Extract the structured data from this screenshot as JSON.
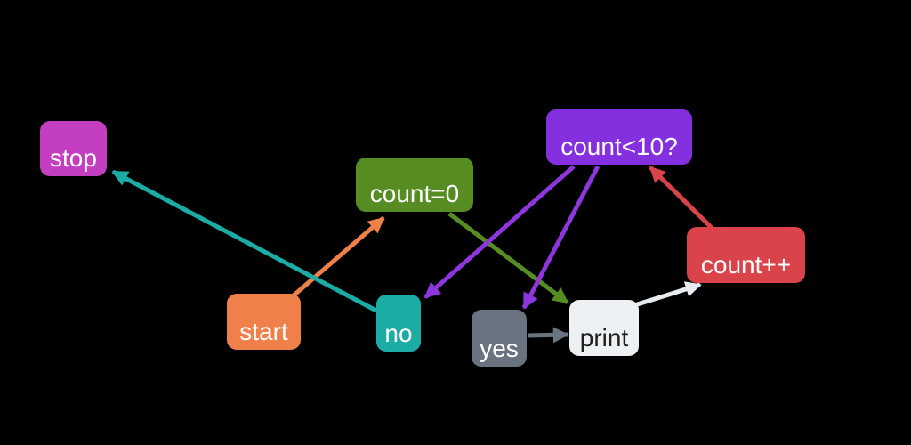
{
  "canvas": {
    "background": "#000000"
  },
  "diagram": {
    "type": "flowchart",
    "nodes": [
      {
        "id": "stop",
        "label": "stop",
        "color": "#c33ec1",
        "text_color": "#ffffff"
      },
      {
        "id": "count0",
        "label": "count=0",
        "color": "#568c21",
        "text_color": "#ffffff"
      },
      {
        "id": "cond",
        "label": "count<10?",
        "color": "#8430df",
        "text_color": "#ffffff"
      },
      {
        "id": "inc",
        "label": "count++",
        "color": "#da434a",
        "text_color": "#ffffff"
      },
      {
        "id": "start",
        "label": "start",
        "color": "#f08049",
        "text_color": "#ffffff"
      },
      {
        "id": "no",
        "label": "no",
        "color": "#1baca6",
        "text_color": "#ffffff"
      },
      {
        "id": "yes",
        "label": "yes",
        "color": "#6a7380",
        "text_color": "#ffffff"
      },
      {
        "id": "print",
        "label": "print",
        "color": "#eef1f4",
        "text_color": "#1f1f1f"
      }
    ],
    "edges": [
      {
        "from": "start",
        "to": "count0",
        "color": "#f08049"
      },
      {
        "from": "count0",
        "to": "print",
        "color": "#568c21"
      },
      {
        "from": "cond",
        "to": "no",
        "color": "#8d36dd"
      },
      {
        "from": "cond",
        "to": "yes",
        "color": "#8d36dd"
      },
      {
        "from": "no",
        "to": "stop",
        "color": "#1baca6"
      },
      {
        "from": "yes",
        "to": "print",
        "color": "#6a7380"
      },
      {
        "from": "print",
        "to": "inc",
        "color": "#e8ebef"
      },
      {
        "from": "inc",
        "to": "cond",
        "color": "#da434a"
      }
    ]
  }
}
